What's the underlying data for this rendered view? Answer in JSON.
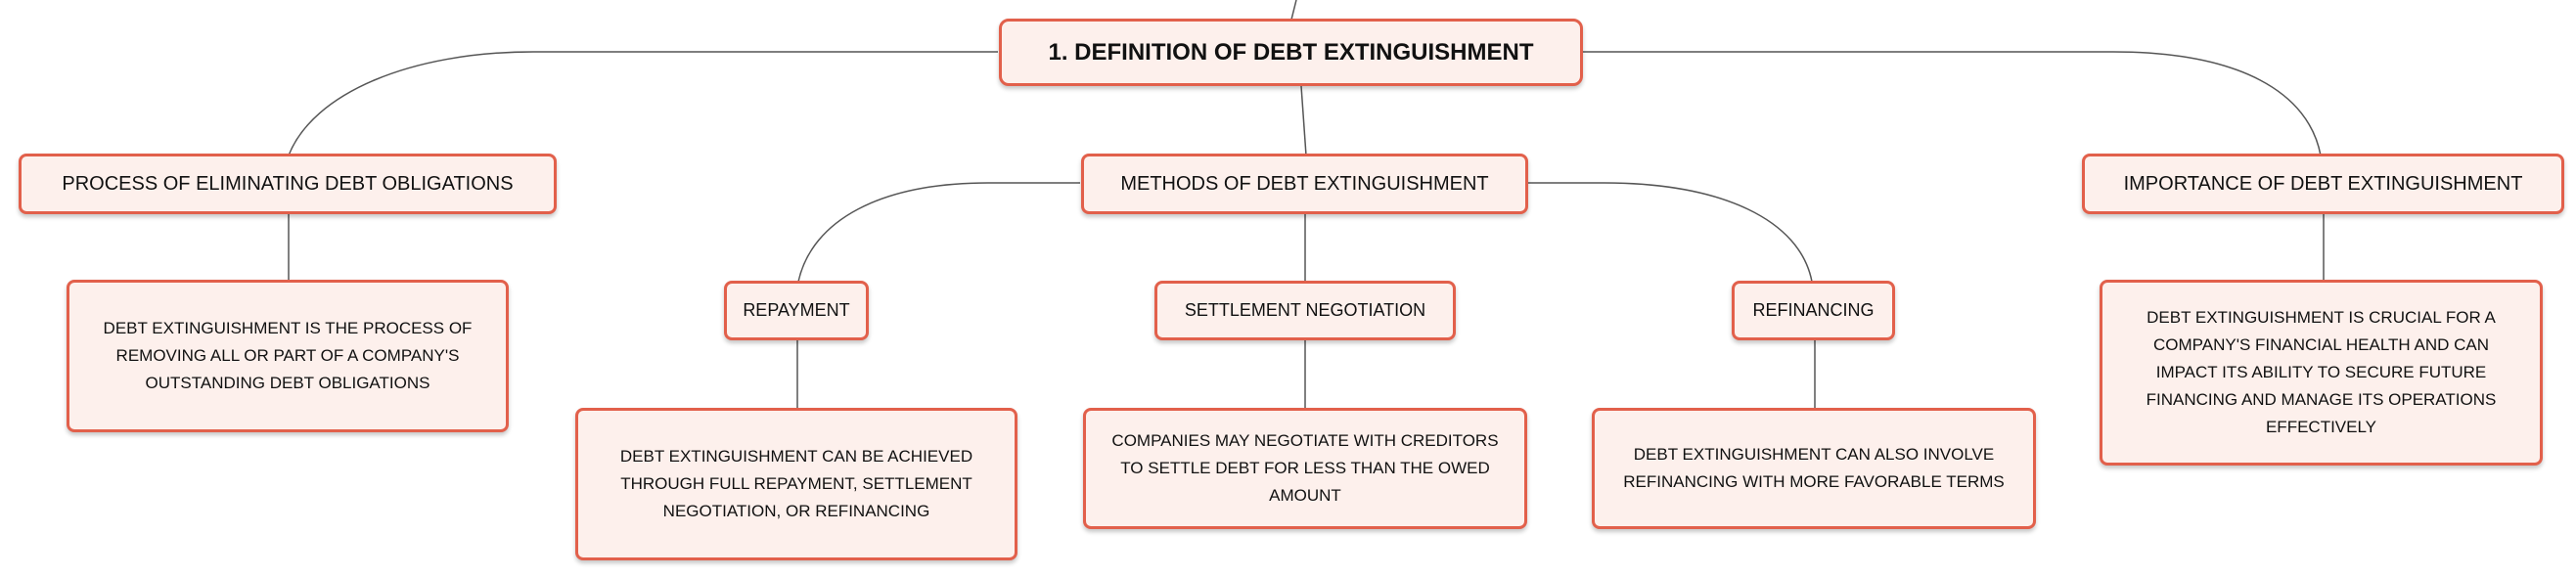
{
  "diagram": {
    "root": {
      "label": "1. DEFINITION OF DEBT EXTINGUISHMENT"
    },
    "branches": [
      {
        "label": "PROCESS OF ELIMINATING DEBT OBLIGATIONS",
        "detail": "DEBT EXTINGUISHMENT IS THE PROCESS OF REMOVING ALL OR PART OF A COMPANY'S OUTSTANDING DEBT OBLIGATIONS"
      },
      {
        "label": "METHODS OF DEBT EXTINGUISHMENT",
        "children": [
          {
            "label": "REPAYMENT",
            "detail": "DEBT EXTINGUISHMENT CAN BE ACHIEVED THROUGH FULL REPAYMENT, SETTLEMENT NEGOTIATION, OR REFINANCING"
          },
          {
            "label": "SETTLEMENT NEGOTIATION",
            "detail": "COMPANIES MAY NEGOTIATE WITH CREDITORS TO SETTLE DEBT FOR LESS THAN THE OWED AMOUNT"
          },
          {
            "label": "REFINANCING",
            "detail": "DEBT EXTINGUISHMENT CAN ALSO INVOLVE REFINANCING WITH MORE FAVORABLE TERMS"
          }
        ]
      },
      {
        "label": "IMPORTANCE OF DEBT EXTINGUISHMENT",
        "detail": "DEBT EXTINGUISHMENT IS CRUCIAL FOR A COMPANY'S FINANCIAL HEALTH AND CAN IMPACT ITS ABILITY TO SECURE FUTURE FINANCING AND MANAGE ITS OPERATIONS EFFECTIVELY"
      }
    ]
  },
  "colors": {
    "node_border": "#e2604b",
    "node_fill": "#fdf0ec",
    "connector": "#555555",
    "text": "#111111"
  }
}
